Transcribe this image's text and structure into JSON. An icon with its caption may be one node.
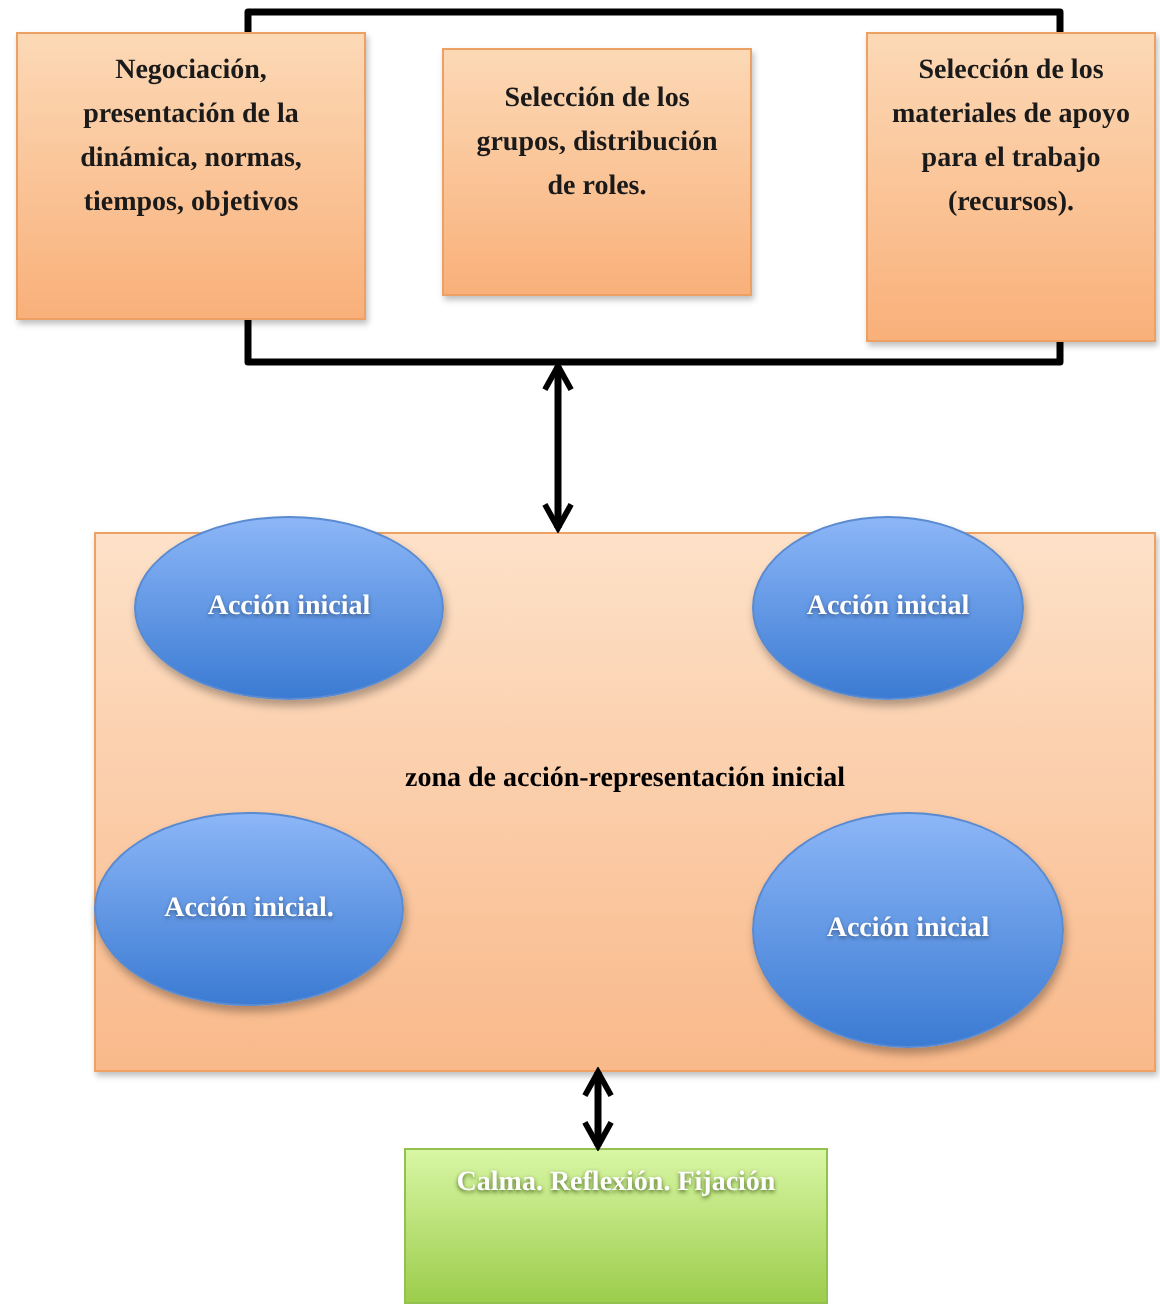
{
  "diagram": {
    "nodes": [
      {
        "text": [
          "Negociación, presentación de la dinámica, normas, tiempos, objetivos"
        ]
      },
      {
        "text": [
          "Selección de los grupos, distribución de roles."
        ]
      },
      {
        "text": [
          "Selección de los materiales de apoyo para el trabajo (recursos)."
        ]
      },
      {
        "text": [
          "zona de acción-representación inicial"
        ]
      },
      {
        "text": [
          "Acción inicial"
        ],
        "in": 3
      },
      {
        "text": [
          "Acción inicial"
        ],
        "in": 3
      },
      {
        "text": [
          "Acción inicial."
        ],
        "in": 3
      },
      {
        "text": [
          "Acción inicial"
        ],
        "in": 3
      },
      {
        "text": [
          "Calma. Reflexión. Fijación"
        ]
      }
    ],
    "edges": [
      {
        "from": 0,
        "to": 2,
        "arrow": "none"
      },
      {
        "from": 0,
        "to": 2,
        "arrow": "none"
      },
      {
        "from": null,
        "to": 3,
        "arrow": "both"
      },
      {
        "from": 3,
        "to": 8,
        "arrow": "both"
      }
    ]
  }
}
